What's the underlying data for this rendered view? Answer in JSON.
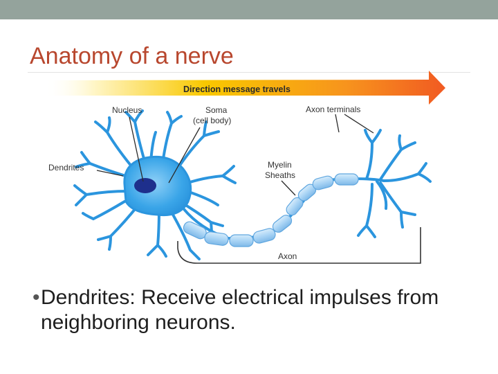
{
  "slide": {
    "title": "Anatomy of a nerve",
    "bullet": "Dendrites: Receive electrical impulses from neighboring neurons.",
    "bullet_marker": "•"
  },
  "diagram": {
    "direction_label": "Direction message travels",
    "labels": {
      "nucleus": "Nucleus",
      "soma_line1": "Soma",
      "soma_line2": "(cell body)",
      "axon_terminals": "Axon terminals",
      "dendrites": "Dendrites",
      "myelin_line1": "Myelin",
      "myelin_line2": "Sheaths",
      "axon": "Axon"
    }
  },
  "colors": {
    "topbar": "#94a39c",
    "title": "#b8472e",
    "neuron": "#2b95de",
    "soma": "#5bb7f0",
    "nucleus": "#1e2f8c",
    "myelin": "#a9d4f5",
    "arrow_start": "#fff6c8",
    "arrow_mid": "#f9c200",
    "arrow_end": "#f15a22"
  }
}
